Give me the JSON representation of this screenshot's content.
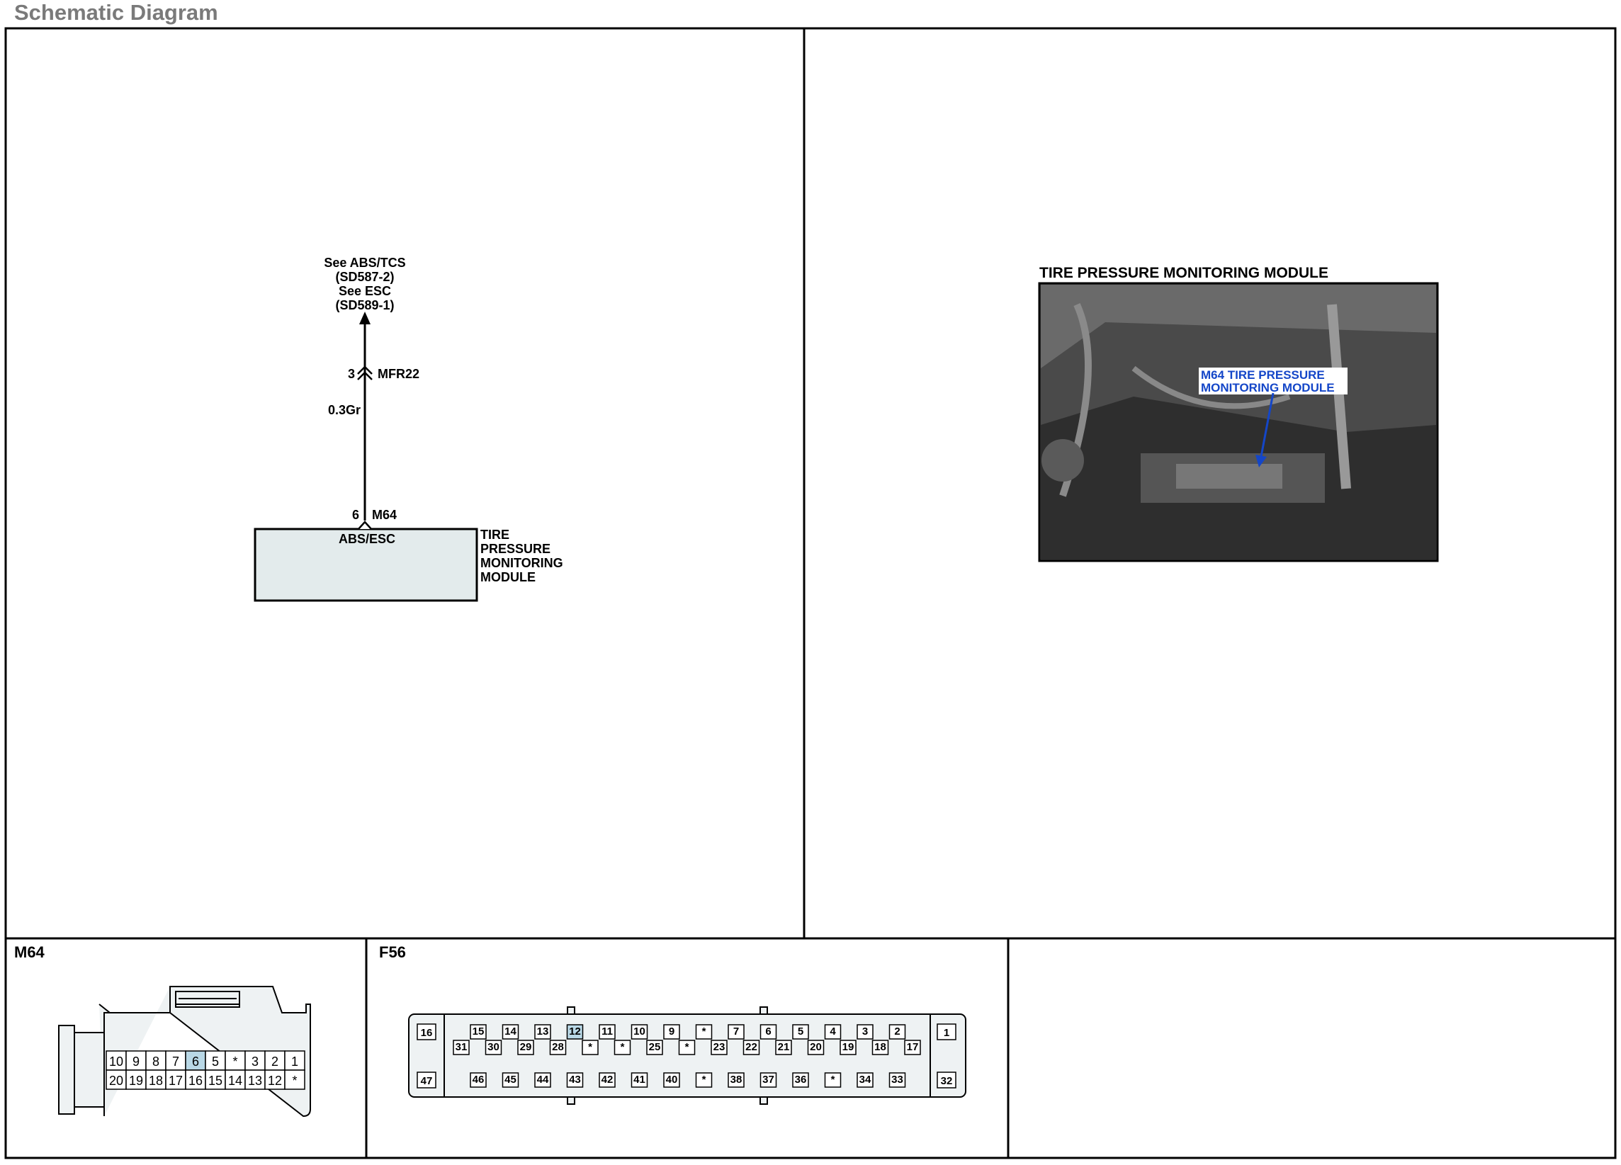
{
  "page_title": "Schematic Diagram",
  "schematic": {
    "ref_line1": "See ABS/TCS",
    "ref_line2": "(SD587-2)",
    "ref_line3": "See ESC",
    "ref_line4": "(SD589-1)",
    "upper_pin": "3",
    "upper_connector": "MFR22",
    "wire": "0.3Gr",
    "lower_pin": "6",
    "lower_connector": "M64",
    "module_box_label": "ABS/ESC",
    "module_name_1": "TIRE",
    "module_name_2": "PRESSURE",
    "module_name_3": "MONITORING",
    "module_name_4": "MODULE"
  },
  "location": {
    "title": "TIRE PRESSURE MONITORING MODULE",
    "callout_1": "M64 TIRE PRESSURE",
    "callout_2": "MONITORING MODULE",
    "callout_color": "#1446c8"
  },
  "connectors": {
    "m64": {
      "label": "M64",
      "row1": [
        "10",
        "9",
        "8",
        "7",
        "6",
        "5",
        "*",
        "3",
        "2",
        "1"
      ],
      "row2": [
        "20",
        "19",
        "18",
        "17",
        "16",
        "15",
        "14",
        "13",
        "12",
        "*"
      ],
      "highlight": "6",
      "highlight_color": "#b9d8e6"
    },
    "f56": {
      "label": "F56",
      "left_top": "16",
      "left_bottom": "47",
      "right_top": "1",
      "right_bottom": "32",
      "row_top": [
        "15",
        "14",
        "13",
        "12",
        "11",
        "10",
        "9",
        "*",
        "7",
        "6",
        "5",
        "4",
        "3",
        "2"
      ],
      "row_mid": [
        "31",
        "30",
        "29",
        "28",
        "*",
        "*",
        "25",
        "*",
        "23",
        "22",
        "21",
        "20",
        "19",
        "18",
        "17"
      ],
      "row_bot": [
        "46",
        "45",
        "44",
        "43",
        "42",
        "41",
        "40",
        "*",
        "38",
        "37",
        "36",
        "*",
        "34",
        "33"
      ],
      "highlight": "12"
    }
  }
}
